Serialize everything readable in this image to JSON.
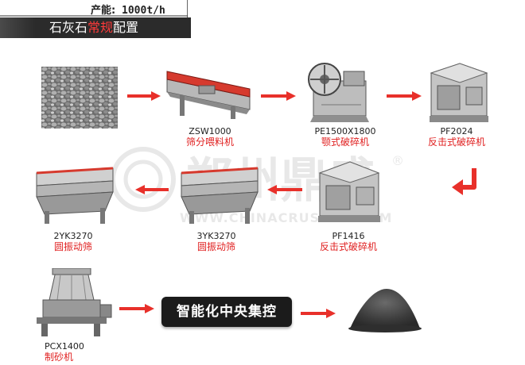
{
  "header": {
    "capacity_label": "产能:",
    "capacity_value": "1000t/h",
    "title_part1": "石灰石",
    "title_highlight": "常规",
    "title_part2": "配置"
  },
  "watermark": {
    "brand": "郑州鼎盛",
    "url": "WWW.CHINACRUSHER.COM"
  },
  "steps": [
    {
      "model": "ZSW1000",
      "name": "筛分喂料机"
    },
    {
      "model": "PE1500X1800",
      "name": "颚式破碎机"
    },
    {
      "model": "PF2024",
      "name": "反击式破碎机"
    },
    {
      "model": "PF1416",
      "name": "反击式破碎机"
    },
    {
      "model": "3YK3270",
      "name": "圆振动筛"
    },
    {
      "model": "2YK3270",
      "name": "圆振动筛"
    },
    {
      "model": "PCX1400",
      "name": "制砂机"
    }
  ],
  "control": {
    "label": "智能化中央集控"
  },
  "colors": {
    "accent_red": "#e02020",
    "arrow_red": "#e8302a",
    "dark_bar": "#2b2b2b"
  }
}
